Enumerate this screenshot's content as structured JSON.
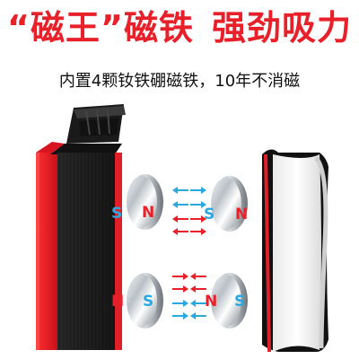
{
  "headline": {
    "part1": "“磁王”磁铁",
    "part2": "强劲吸力"
  },
  "subline": "内置4颗钕铁硼磁铁，10年不消磁",
  "colors": {
    "accent": "#e8202a",
    "pole_n": "#e8202a",
    "pole_s": "#2aa8e0",
    "arrow_red": "#e8202a",
    "arrow_blue": "#2aa8e0"
  },
  "magnets": [
    {
      "left_pole": "S",
      "right_pole": "N"
    },
    {
      "left_pole": "S",
      "right_pole": "N"
    },
    {
      "left_pole": "N",
      "right_pole": "S"
    },
    {
      "left_pole": "N",
      "right_pole": "S"
    }
  ]
}
